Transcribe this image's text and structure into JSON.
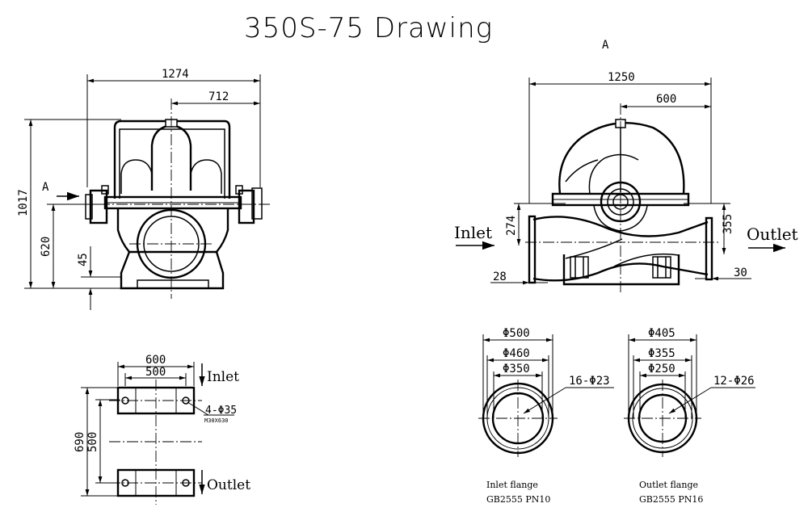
{
  "title": "350S-75 Drawing",
  "section_marker": "A",
  "front_view": {
    "dim_width": "1274",
    "dim_half": "712",
    "dim_height_total": "1017",
    "dim_center_height": "620",
    "dim_base": "45",
    "arrow_label": "A"
  },
  "side_view": {
    "dim_width": "1250",
    "dim_half": "600",
    "dim_inlet_height": "274",
    "dim_outlet_height": "355",
    "dim_inlet_flange": "28",
    "dim_outlet_flange": "30",
    "inlet_label": "Inlet",
    "outlet_label": "Outlet"
  },
  "base_view": {
    "dim_outer_width": "600",
    "dim_inner_width": "500",
    "dim_outer_length": "690",
    "dim_inner_length": "500",
    "bolt_label": "4-Φ35",
    "bolt_sub": "M30X630",
    "inlet_label": "Inlet",
    "outlet_label": "Outlet"
  },
  "inlet_flange": {
    "d_outer": "Φ500",
    "d_bolt": "Φ460",
    "d_inner": "Φ350",
    "holes": "16-Φ23",
    "caption_line1": "Inlet flange",
    "caption_line2": "GB2555 PN10"
  },
  "outlet_flange": {
    "d_outer": "Φ405",
    "d_bolt": "Φ355",
    "d_inner": "Φ250",
    "holes": "12-Φ26",
    "caption_line1": "Outlet flange",
    "caption_line2": "GB2555 PN16"
  }
}
